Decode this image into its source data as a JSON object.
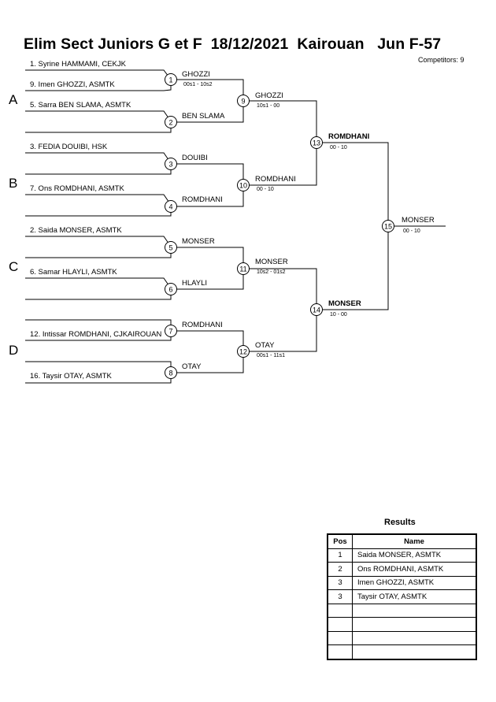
{
  "header": {
    "title": "Elim Sect Juniors G et F  18/12/2021  Kairouan   Jun F-57",
    "competitors": "Competitors: 9"
  },
  "pools": [
    "A",
    "B",
    "C",
    "D"
  ],
  "entries": [
    "1. Syrine HAMMAMI, CEKJK",
    "9. Imen GHOZZI, ASMTK",
    "5. Sarra BEN SLAMA, ASMTK",
    "3. FEDIA DOUIBI, HSK",
    "7. Ons ROMDHANI, ASMTK",
    "2. Saida MONSER, ASMTK",
    "6. Samar HLAYLI, ASMTK",
    "12. Intissar ROMDHANI, CJKAIROUAN",
    "16. Taysir OTAY, ASMTK"
  ],
  "matches": [
    {
      "num": "1",
      "winner": "GHOZZI",
      "score": "00s1 - 10s2"
    },
    {
      "num": "2",
      "winner": "BEN SLAMA",
      "score": ""
    },
    {
      "num": "3",
      "winner": "DOUIBI",
      "score": ""
    },
    {
      "num": "4",
      "winner": "ROMDHANI",
      "score": ""
    },
    {
      "num": "5",
      "winner": "MONSER",
      "score": ""
    },
    {
      "num": "6",
      "winner": "HLAYLI",
      "score": ""
    },
    {
      "num": "7",
      "winner": "ROMDHANI",
      "score": ""
    },
    {
      "num": "8",
      "winner": "OTAY",
      "score": ""
    },
    {
      "num": "9",
      "winner": "GHOZZI",
      "score": "10s1 - 00"
    },
    {
      "num": "10",
      "winner": "ROMDHANI",
      "score": "00 - 10"
    },
    {
      "num": "11",
      "winner": "MONSER",
      "score": "10s2 - 01s2"
    },
    {
      "num": "12",
      "winner": "OTAY",
      "score": "00s1 - 11s1"
    },
    {
      "num": "13",
      "winner": "ROMDHANI",
      "score": "00 - 10"
    },
    {
      "num": "14",
      "winner": "MONSER",
      "score": "10 - 00"
    },
    {
      "num": "15",
      "winner": "MONSER",
      "score": "00 - 10"
    }
  ],
  "results": {
    "title": "Results",
    "headers": {
      "pos": "Pos",
      "name": "Name"
    },
    "rows": [
      {
        "pos": "1",
        "name": "Saida MONSER, ASMTK"
      },
      {
        "pos": "2",
        "name": "Ons ROMDHANI, ASMTK"
      },
      {
        "pos": "3",
        "name": "Imen GHOZZI, ASMTK"
      },
      {
        "pos": "3",
        "name": "Taysir OTAY, ASMTK"
      },
      {
        "pos": "",
        "name": ""
      },
      {
        "pos": "",
        "name": ""
      },
      {
        "pos": "",
        "name": ""
      },
      {
        "pos": "",
        "name": ""
      }
    ]
  }
}
